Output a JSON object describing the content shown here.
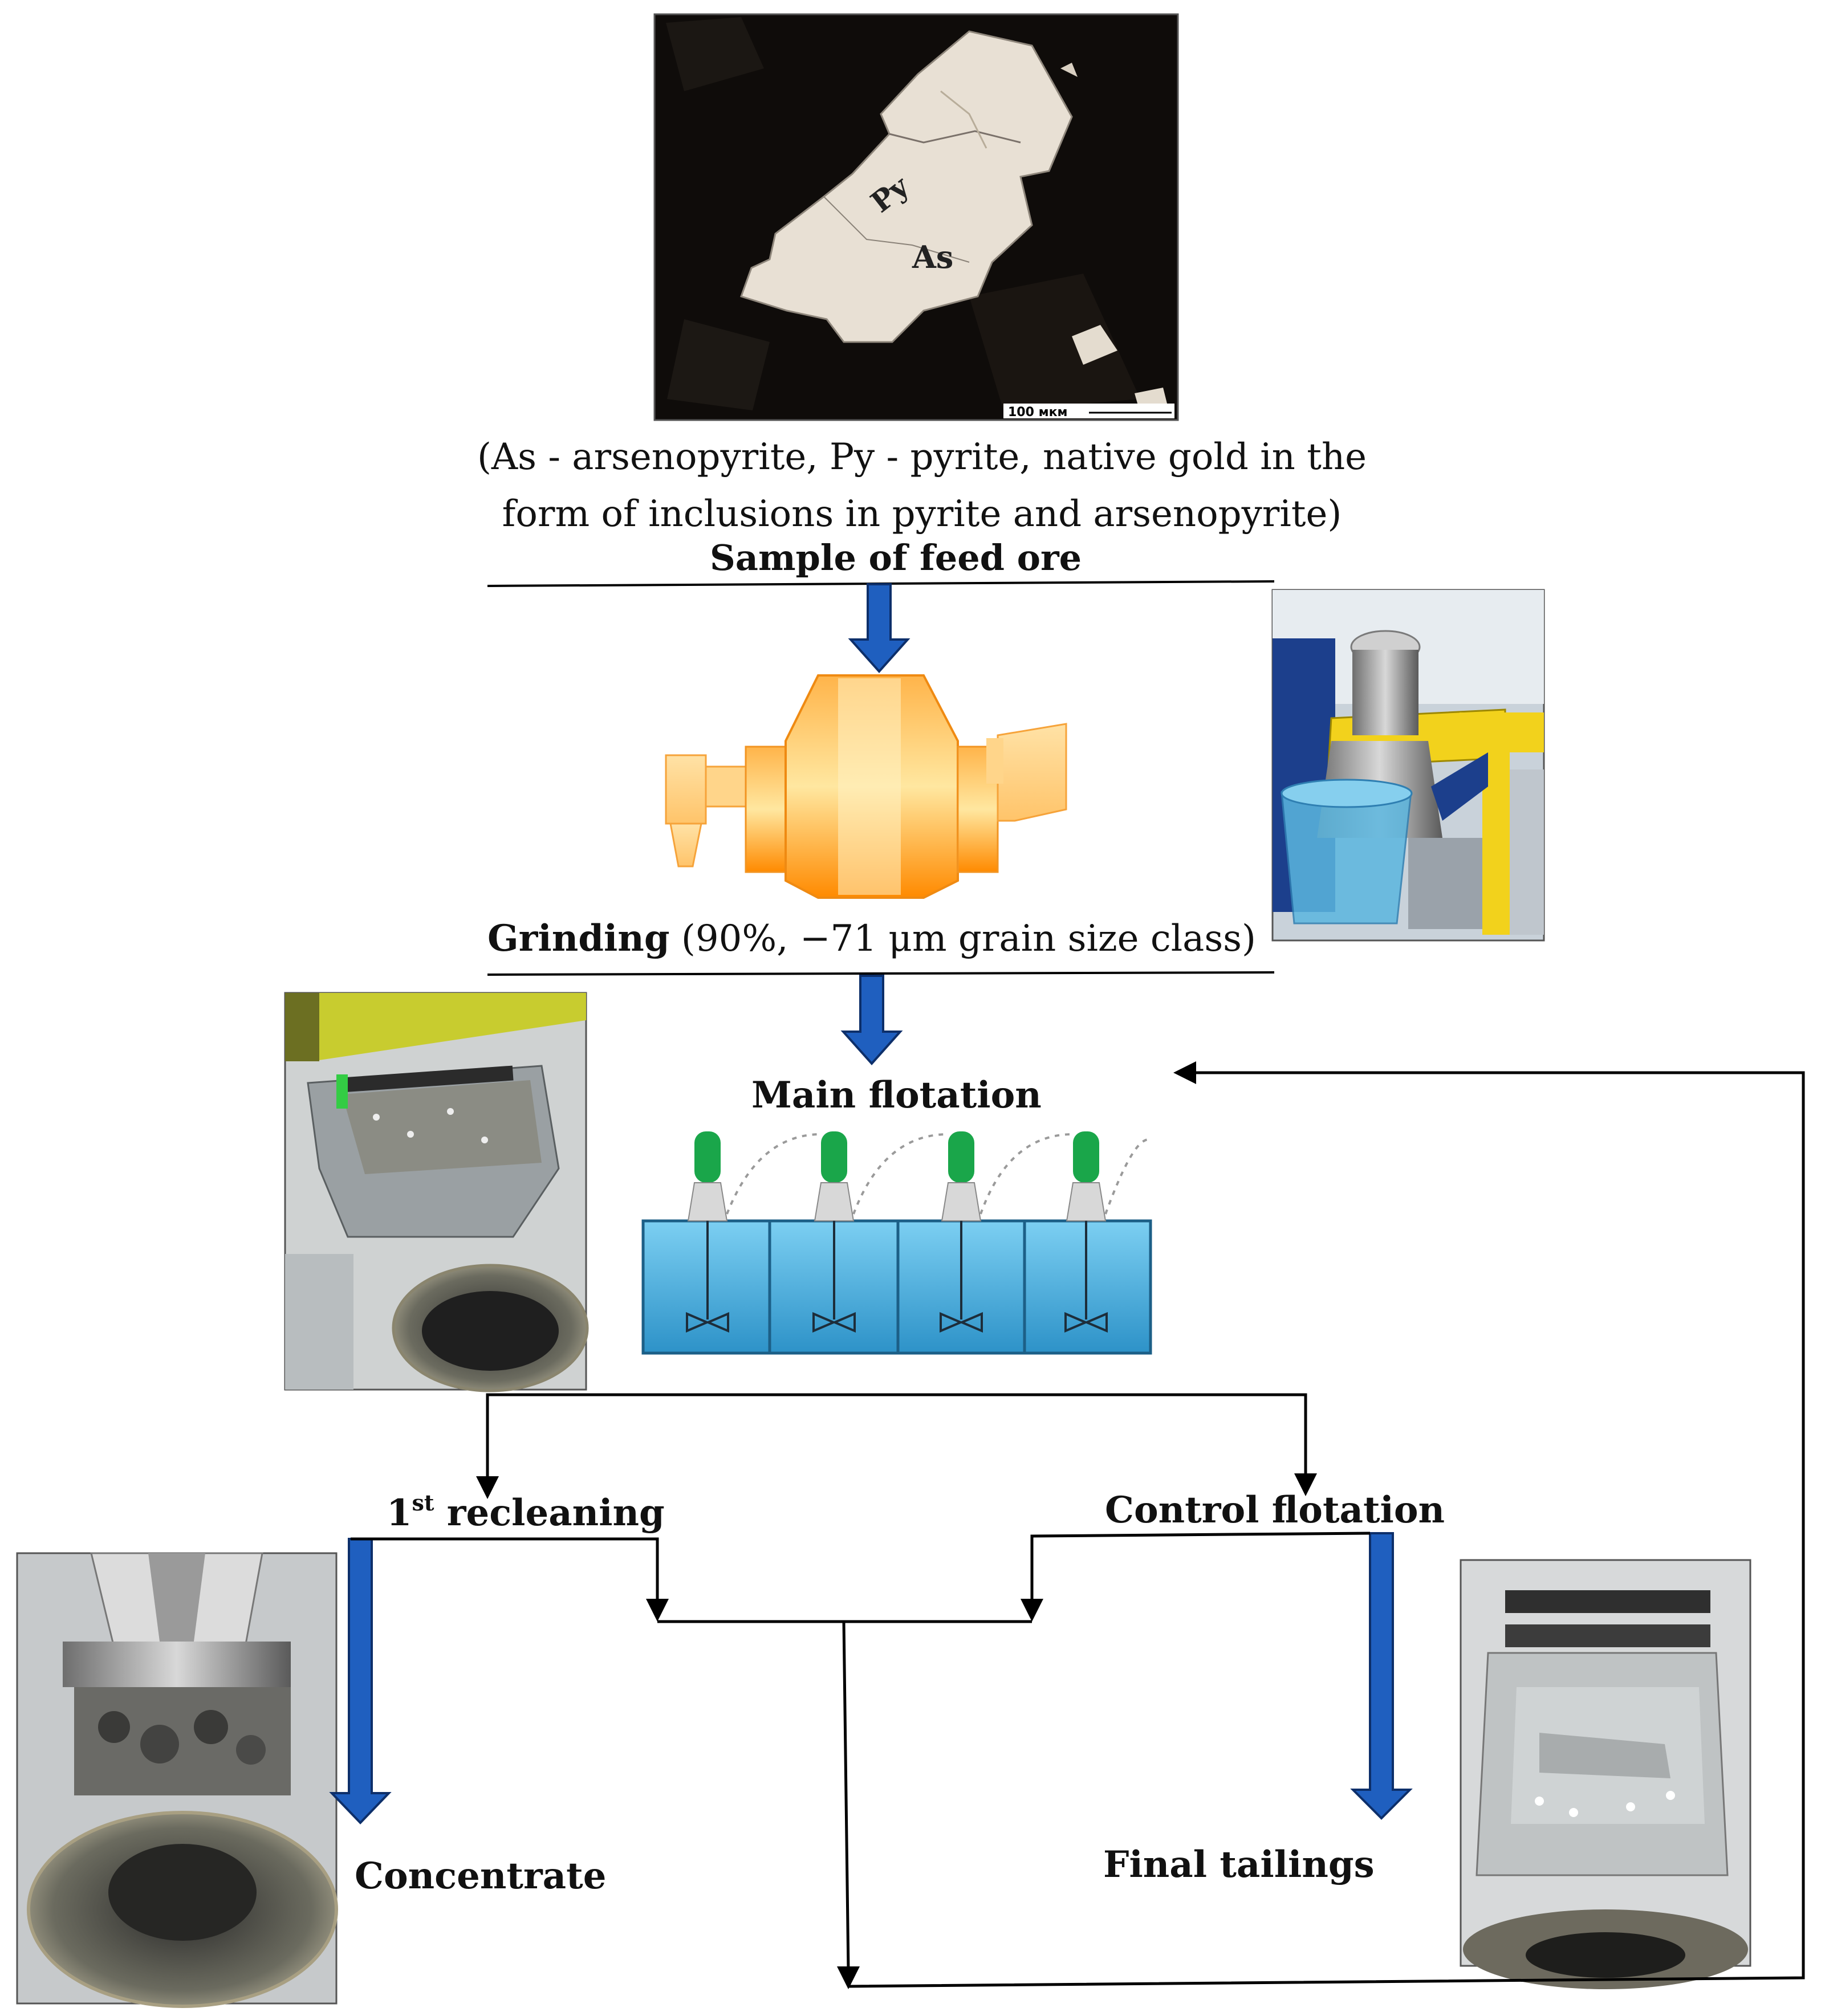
{
  "micrograph": {
    "labels": {
      "pyrite": "Py",
      "arsenopyrite": "As"
    },
    "scale_bar": "100 мкм"
  },
  "caption": {
    "line1": "(As - arsenopyrite, Py - pyrite, native gold in the",
    "line2": "form of inclusions in pyrite and arsenopyrite)"
  },
  "nodes": {
    "feed_ore": "Sample of feed ore",
    "grinding_bold": "Grinding",
    "grinding_detail": " (90%, −71 μm grain size class)",
    "main_flotation": "Main flotation",
    "recleaning_num": "1",
    "recleaning_sup": "st",
    "recleaning_word": " recleaning",
    "control_flotation": "Control flotation",
    "concentrate": "Concentrate",
    "final_tailings": "Final tailings"
  },
  "colors": {
    "blue_arrow": "#1f5fbf",
    "line": "#000000",
    "mill_orange": "#ff8a00",
    "cell_blue": "#3fa6d6",
    "cell_top_green": "#1aa64a"
  }
}
